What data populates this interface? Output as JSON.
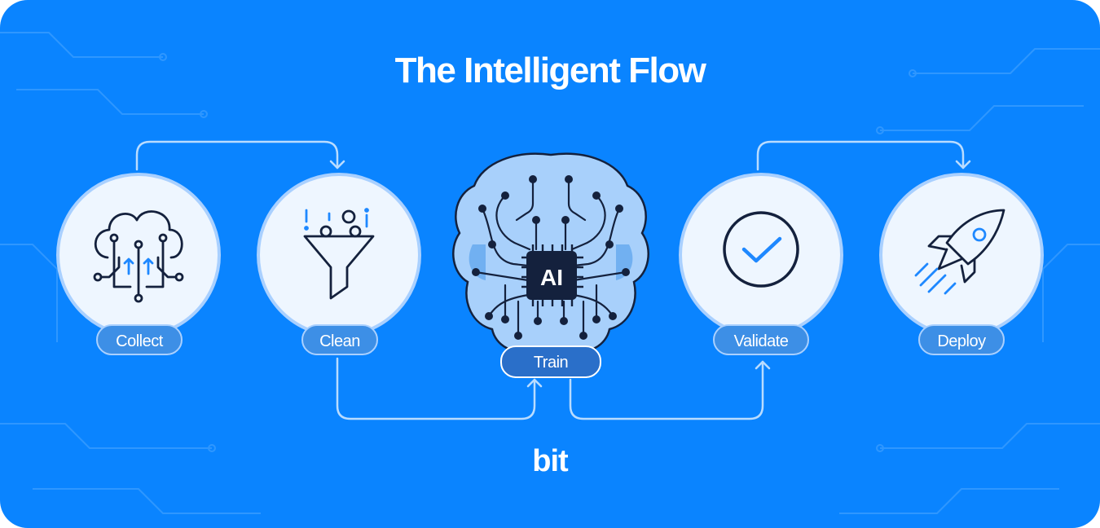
{
  "title": "The Intelligent Flow",
  "steps": [
    {
      "label": "Collect",
      "icon": "cloud-network-icon"
    },
    {
      "label": "Clean",
      "icon": "funnel-icon"
    },
    {
      "label": "Train",
      "icon": "ai-brain-icon"
    },
    {
      "label": "Validate",
      "icon": "checkmark-circle-icon"
    },
    {
      "label": "Deploy",
      "icon": "rocket-icon"
    }
  ],
  "chip_label": "AI",
  "logo_text": "bit",
  "colors": {
    "background": "#0a84ff",
    "circle_fill": "#eef6ff",
    "circle_border": "#a9d0ff",
    "icon_dark": "#14213d",
    "icon_accent": "#1e88ff",
    "brain_fill": "#a8d0fb",
    "brain_shade": "#5aa2ec"
  }
}
